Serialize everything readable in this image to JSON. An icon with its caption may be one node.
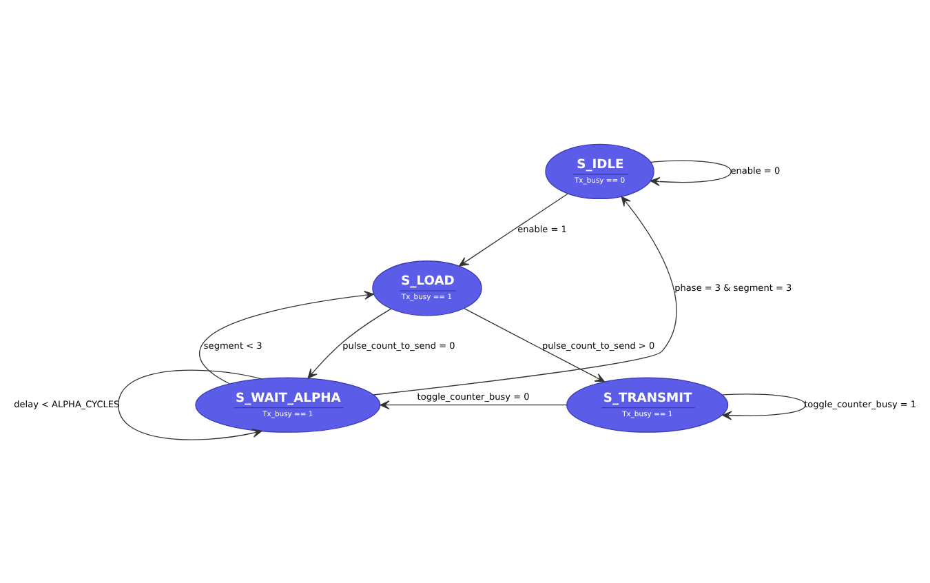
{
  "diagram": {
    "nodes": [
      {
        "text": [
          "S_IDLE",
          "Tx_busy == 0"
        ]
      },
      {
        "text": [
          "S_LOAD",
          "Tx_busy == 1"
        ]
      },
      {
        "text": [
          "S_WAIT_ALPHA",
          "Tx_busy == 1"
        ]
      },
      {
        "text": [
          "S_TRANSMIT",
          "Tx_busy == 1"
        ]
      }
    ],
    "edges": [
      {
        "from": 0,
        "to": 0,
        "arrow": "to",
        "label": "enable = 0"
      },
      {
        "from": 0,
        "to": 1,
        "arrow": "to",
        "label": "enable = 1"
      },
      {
        "from": 2,
        "to": 0,
        "arrow": "to",
        "label": "phase = 3 & segment = 3"
      },
      {
        "from": 2,
        "to": 1,
        "arrow": "to",
        "label": "segment < 3"
      },
      {
        "from": 1,
        "to": 2,
        "arrow": "to",
        "label": "pulse_count_to_send = 0"
      },
      {
        "from": 1,
        "to": 3,
        "arrow": "to",
        "label": "pulse_count_to_send > 0"
      },
      {
        "from": 3,
        "to": 2,
        "arrow": "to",
        "label": "toggle_counter_busy = 0"
      },
      {
        "from": 2,
        "to": 2,
        "arrow": "to",
        "label": "delay < ALPHA_CYCLES"
      },
      {
        "from": 3,
        "to": 3,
        "arrow": "to",
        "label": "toggle_counter_busy = 1"
      }
    ]
  }
}
